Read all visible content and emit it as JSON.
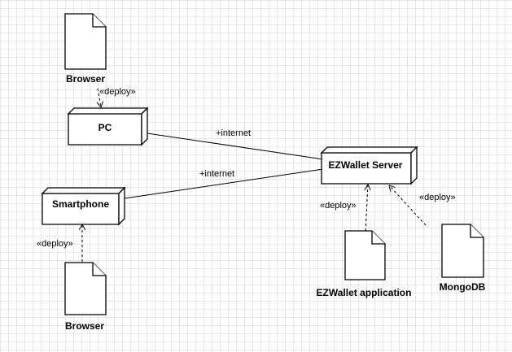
{
  "diagram": {
    "nodes": {
      "pc": "PC",
      "smartphone": "Smartphone",
      "ezwallet_server": "EZWallet Server"
    },
    "artifacts": {
      "browser_pc": "Browser",
      "browser_smartphone": "Browser",
      "ezwallet_application": "EZWallet application",
      "mongodb": "MongoDB"
    },
    "labels": {
      "deploy_pc": "«deploy»",
      "deploy_smartphone": "«deploy»",
      "deploy_app": "«deploy»",
      "deploy_mongodb": "«deploy»",
      "internet_pc": "+internet",
      "internet_smartphone": "+internet"
    }
  }
}
